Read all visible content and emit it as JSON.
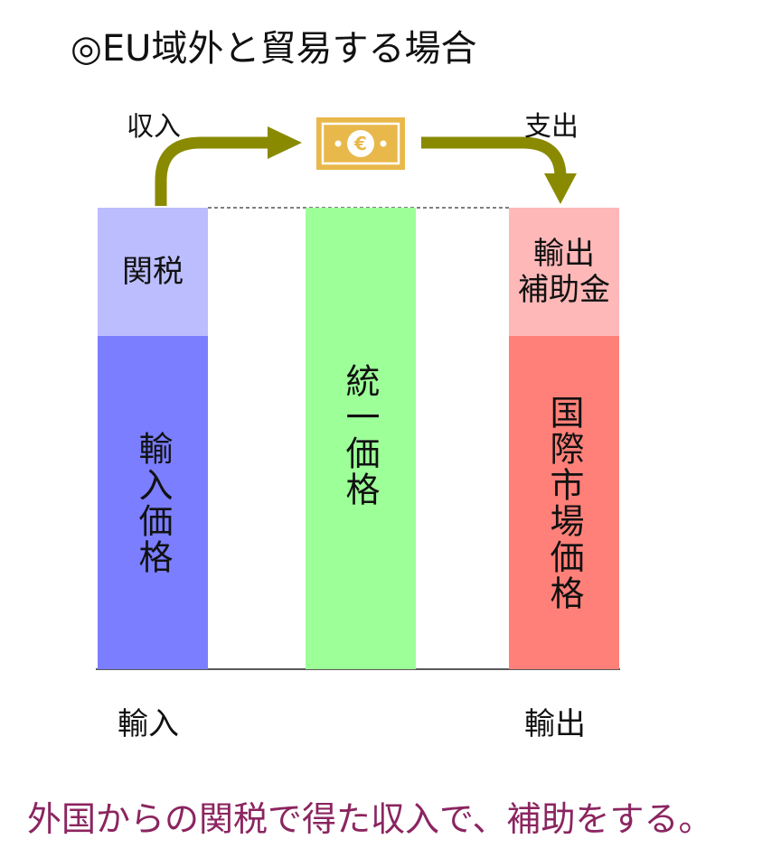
{
  "title": "◎EU域外と貿易する場合",
  "flow": {
    "income_label": "収入",
    "expense_label": "支出",
    "currency_symbol": "€"
  },
  "bars": {
    "import_top": "関税",
    "import_bottom": "輸入価格",
    "unified": "統一価格",
    "export_top": "輸出\n補助金",
    "export_bottom": "国際市場価格"
  },
  "axis": {
    "import_label": "輸入",
    "export_label": "輸出"
  },
  "caption": "外国からの関税で得た収入で、補助をする。",
  "colors": {
    "arrow": "#8a8a00",
    "import_top": "#bbbdff",
    "import_bottom": "#7a7eff",
    "unified": "#9dff98",
    "export_top": "#ffb8b8",
    "export_bottom": "#ff8079",
    "caption": "#8b2560",
    "banknote": "#e8b84a"
  }
}
